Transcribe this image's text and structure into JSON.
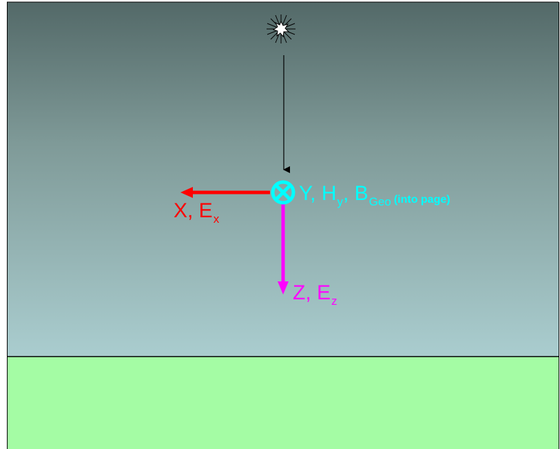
{
  "diagram": {
    "labels": {
      "x_axis": {
        "main": "X, E",
        "sub": "x"
      },
      "y_axis": {
        "main_y": "Y, H",
        "sub_y": "y",
        "sep": ", B",
        "sub_b": "Geo",
        "note": "(into page)"
      },
      "z_axis": {
        "main": "Z, E",
        "sub": "z"
      }
    },
    "icons": {
      "source": "sun-burst-icon",
      "into_page": "circled-x-icon"
    },
    "colors": {
      "sky_top": "#536968",
      "sky_bottom": "#aacdcf",
      "ground": "#a4fca4",
      "x_axis": "#ff0000",
      "y_axis": "#00ffff",
      "z_axis": "#ff00ff",
      "incident_ray": "#000000"
    }
  }
}
